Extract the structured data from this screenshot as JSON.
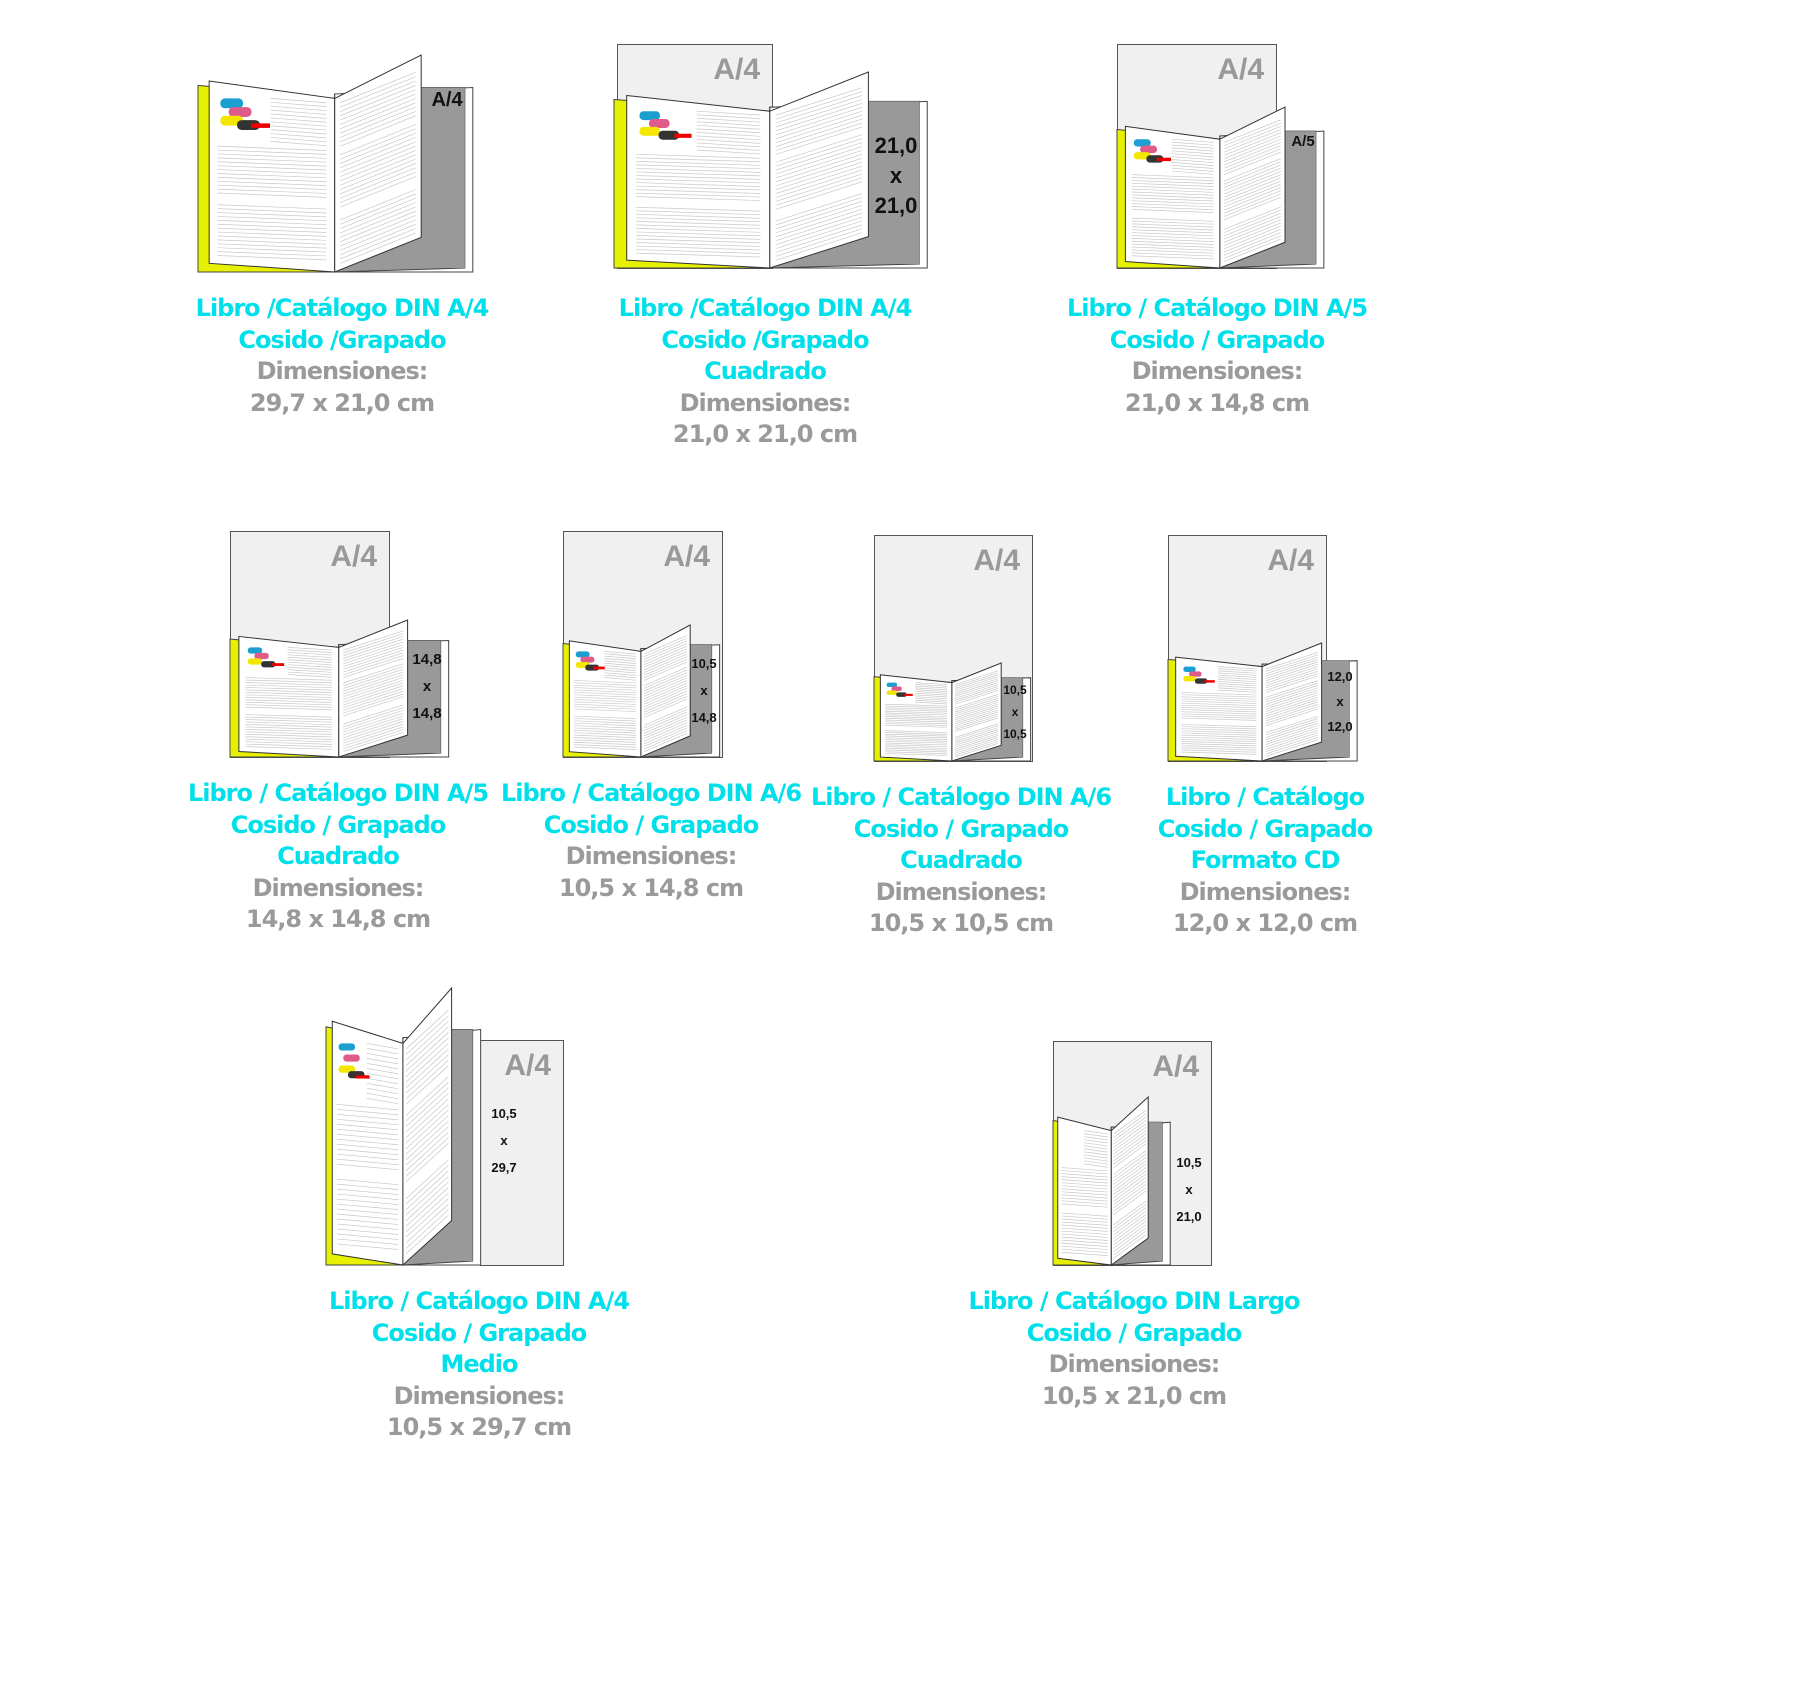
{
  "colors": {
    "title": "#00e0ea",
    "dims": "#9a9a9a",
    "cover": "#e6f000",
    "back": "#999999",
    "sheet": "#f0f0f0"
  },
  "products": [
    {
      "title": [
        "Libro /Catálogo  DIN A/4",
        "Cosido /Grapado"
      ],
      "dims_label": "Dimensiones:",
      "dims": "29,7 x 21,0 cm",
      "sheet_label": "",
      "page_label": [
        "A/4"
      ]
    },
    {
      "title": [
        "Libro /Catálogo  DIN A/4",
        "Cosido /Grapado",
        "Cuadrado"
      ],
      "dims_label": "Dimensiones:",
      "dims": "21,0 x 21,0 cm",
      "sheet_label": "A/4",
      "page_label": [
        "21,0",
        "x",
        "21,0"
      ]
    },
    {
      "title": [
        "Libro / Catálogo  DIN A/5",
        "Cosido / Grapado"
      ],
      "dims_label": "Dimensiones:",
      "dims": "21,0 x 14,8 cm",
      "sheet_label": "A/4",
      "page_label": [
        "A/5"
      ]
    },
    {
      "title": [
        "Libro / Catálogo  DIN A/5",
        "Cosido / Grapado",
        "Cuadrado"
      ],
      "dims_label": "Dimensiones:",
      "dims": "14,8 x 14,8 cm",
      "sheet_label": "A/4",
      "page_label": [
        "14,8",
        "x",
        "14,8"
      ]
    },
    {
      "title": [
        "Libro / Catálogo DIN A/6",
        "Cosido / Grapado"
      ],
      "dims_label": "Dimensiones:",
      "dims": "10,5 x 14,8 cm",
      "sheet_label": "A/4",
      "page_label": [
        "10,5",
        "x",
        "14,8"
      ]
    },
    {
      "title": [
        "Libro / Catálogo DIN A/6",
        "Cosido / Grapado",
        "Cuadrado"
      ],
      "dims_label": "Dimensiones:",
      "dims": "10,5 x 10,5 cm",
      "sheet_label": "A/4",
      "page_label": [
        "10,5",
        "x",
        "10,5"
      ]
    },
    {
      "title": [
        "Libro / Catálogo",
        "Cosido / Grapado",
        "Formato CD"
      ],
      "dims_label": "Dimensiones:",
      "dims": "12,0 x 12,0 cm",
      "sheet_label": "A/4",
      "page_label": [
        "12,0",
        "x",
        "12,0"
      ]
    },
    {
      "title": [
        "Libro / Catálogo DIN A/4",
        "Cosido / Grapado",
        "Medio"
      ],
      "dims_label": "Dimensiones:",
      "dims": "10,5 x 29,7 cm",
      "sheet_label": "A/4",
      "page_label": [
        "10,5",
        "x",
        "29,7"
      ]
    },
    {
      "title": [
        "Libro / Catálogo DIN Largo",
        "Cosido / Grapado"
      ],
      "dims_label": "Dimensiones:",
      "dims": "10,5 x 21,0 cm",
      "sheet_label": "A/4",
      "page_label": [
        "10,5",
        "x",
        "21,0"
      ]
    }
  ]
}
